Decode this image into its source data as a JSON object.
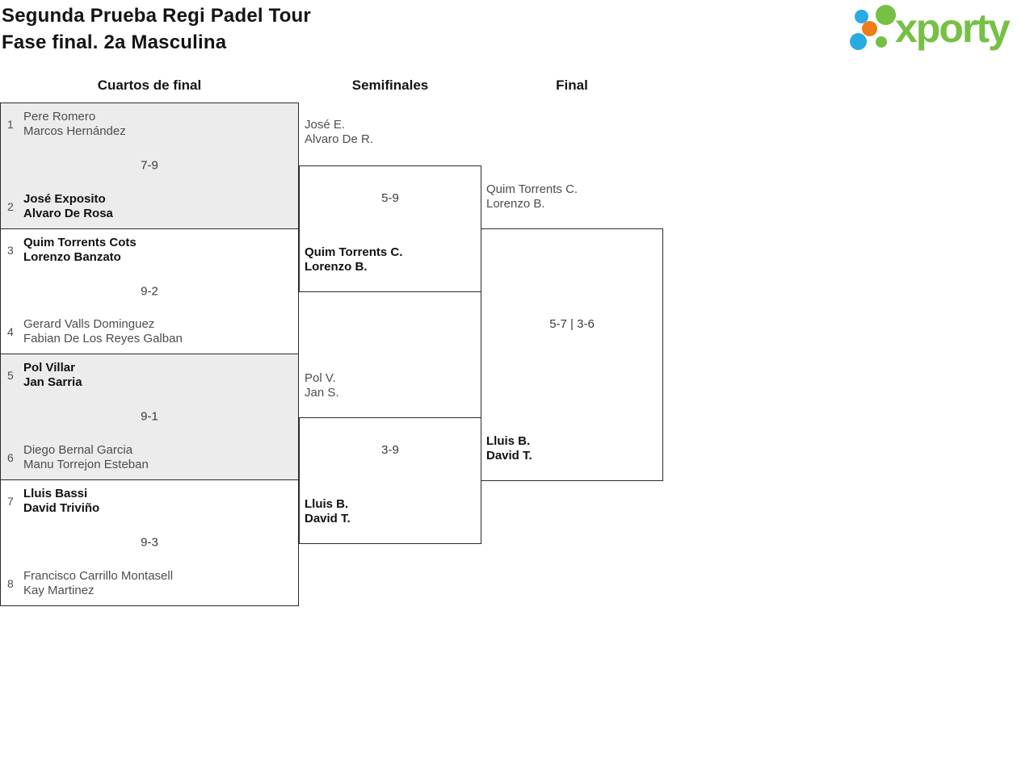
{
  "header": {
    "title_line1": "Segunda Prueba Regi Padel Tour",
    "title_line2": "Fase final. 2a Masculina"
  },
  "logo": {
    "text": "xporty"
  },
  "columns": {
    "quarterfinals": "Cuartos de final",
    "semifinals": "Semifinales",
    "final": "Final"
  },
  "colors": {
    "brand_green": "#76c043",
    "brand_blue": "#29abe2",
    "brand_orange": "#ef7d17",
    "row_alt_bg": "#ececec",
    "border": "#2b2b2b",
    "text_normal": "#4d4d4d",
    "text_winner": "#111111"
  },
  "quarterfinals": [
    {
      "seed_top": "1",
      "top": [
        "Pere Romero",
        "Marcos Hernández"
      ],
      "score": "7-9",
      "seed_bottom": "2",
      "bottom": [
        "José Exposito",
        "Alvaro De Rosa"
      ],
      "winner": "bottom"
    },
    {
      "seed_top": "3",
      "top": [
        "Quim Torrents Cots",
        "Lorenzo Banzato"
      ],
      "score": "9-2",
      "seed_bottom": "4",
      "bottom": [
        "Gerard Valls Dominguez",
        "Fabian De Los Reyes Galban"
      ],
      "winner": "top"
    },
    {
      "seed_top": "5",
      "top": [
        "Pol Villar",
        "Jan Sarria"
      ],
      "score": "9-1",
      "seed_bottom": "6",
      "bottom": [
        "Diego Bernal Garcia",
        "Manu Torrejon Esteban"
      ],
      "winner": "top"
    },
    {
      "seed_top": "7",
      "top": [
        "Lluis Bassi",
        "David Triviño"
      ],
      "score": "9-3",
      "seed_bottom": "8",
      "bottom": [
        "Francisco Carrillo Montasell",
        "Kay Martinez"
      ],
      "winner": "top"
    }
  ],
  "semifinals": [
    {
      "top": [
        "José E.",
        "Alvaro De R."
      ],
      "score": "5-9",
      "bottom": [
        "Quim Torrents C.",
        "Lorenzo B."
      ],
      "winner": "bottom"
    },
    {
      "top": [
        "Pol V.",
        "Jan S."
      ],
      "score": "3-9",
      "bottom": [
        "Lluis B.",
        "David T."
      ],
      "winner": "bottom"
    }
  ],
  "final": {
    "top": [
      "Quim Torrents C.",
      "Lorenzo B."
    ],
    "score": "5-7 | 3-6",
    "bottom": [
      "Lluis B.",
      "David T."
    ],
    "winner": "bottom"
  }
}
